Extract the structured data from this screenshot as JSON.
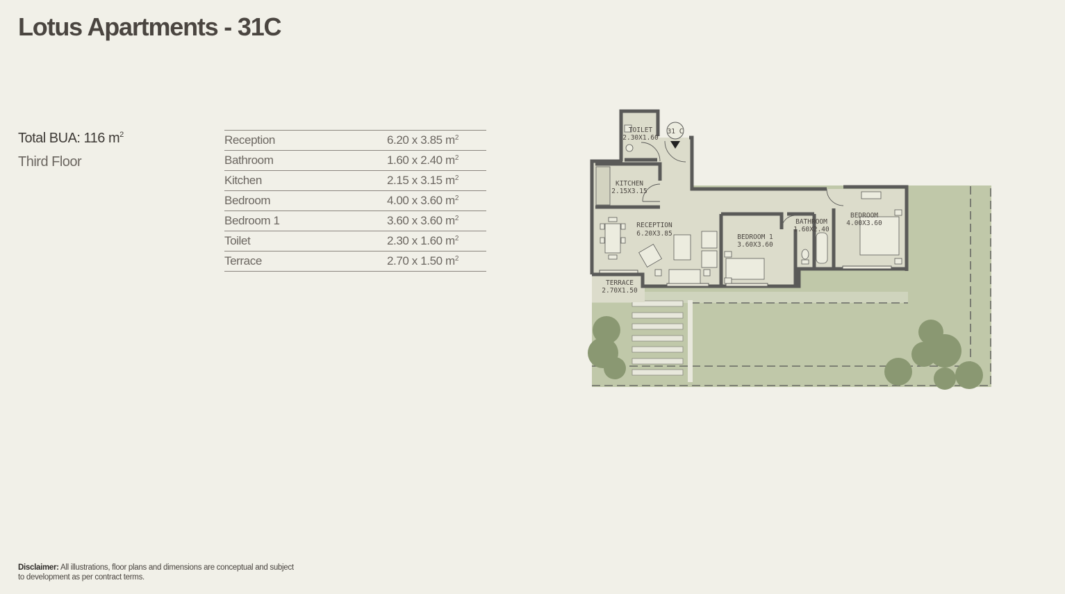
{
  "header": {
    "title": "Lotus Apartments - 31C"
  },
  "summary": {
    "bua_label": "Total BUA: 116 m",
    "bua_unit_sup": "2",
    "floor": "Third Floor"
  },
  "rooms": [
    {
      "name": "Reception",
      "dim": "6.20 x 3.85 m",
      "sup": "2"
    },
    {
      "name": "Bathroom",
      "dim": "1.60 x 2.40 m",
      "sup": "2"
    },
    {
      "name": "Kitchen",
      "dim": "2.15 x 3.15 m",
      "sup": "2"
    },
    {
      "name": "Bedroom",
      "dim": "4.00 x 3.60 m",
      "sup": "2"
    },
    {
      "name": "Bedroom 1",
      "dim": "3.60 x 3.60  m",
      "sup": "2"
    },
    {
      "name": "Toilet",
      "dim": "2.30  x 1.60 m",
      "sup": "2"
    },
    {
      "name": "Terrace",
      "dim": "2.70 x 1.50  m",
      "sup": "2"
    }
  ],
  "plan": {
    "unit_tag": "31 C",
    "labels": {
      "toilet": "TOILET",
      "toilet_dim": "2.30X1.60",
      "kitchen": "KITCHEN",
      "kitchen_dim": "2.15X3.15",
      "reception": "RECEPTION",
      "reception_dim": "6.20X3.85",
      "bedroom1": "BEDROOM 1",
      "bedroom1_dim": "3.60X3.60",
      "bathroom": "BATHROOM",
      "bathroom_dim": "1.60X2.40",
      "bedroom": "BEDROOM",
      "bedroom_dim": "4.00X3.60",
      "terrace": "TERRACE",
      "terrace_dim": "2.70X1.50"
    },
    "colors": {
      "floor": "#dcdccb",
      "wall": "#5a5a58",
      "garden": "#b9c2a2",
      "tree": "#8f9c76"
    }
  },
  "disclaimer": {
    "label": "Disclaimer:",
    "text": " All illustrations, floor plans and dimensions are conceptual and subject to development as per contract terms."
  }
}
